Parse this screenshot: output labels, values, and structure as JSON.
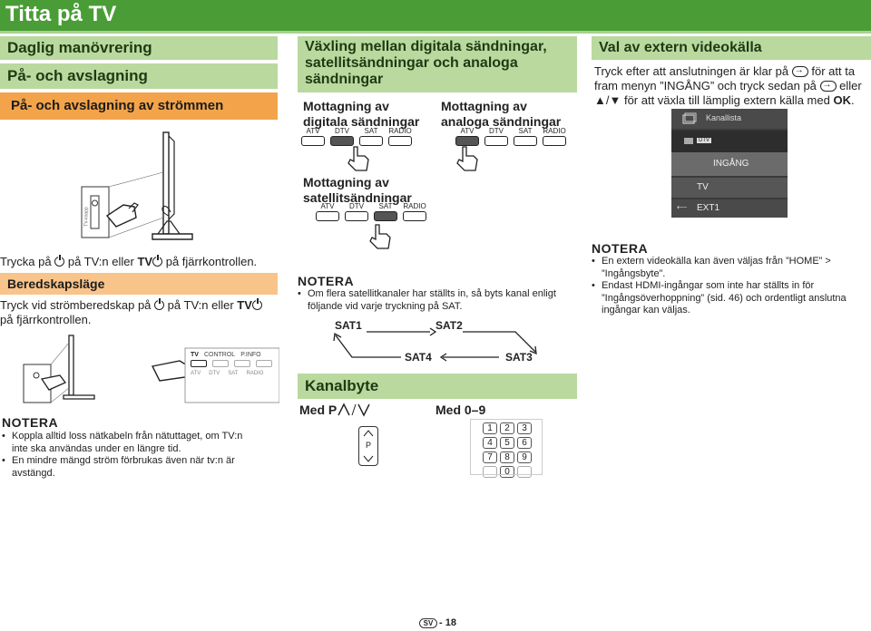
{
  "header": {
    "title": "Titta på TV"
  },
  "col1": {
    "head1": "Daglig manövrering",
    "head2": "På- och avslagning",
    "head3": "På- och avslagning av strömmen",
    "tv_label": "TV-knapp",
    "press_text": {
      "a": "Trycka på",
      "b": "på TV:n eller",
      "tv": "TV",
      "c": "på fjärrkontrollen."
    },
    "standby_head": "Beredskapsläge",
    "standby_text": {
      "a": "Tryck vid strömberedskap på",
      "b": "på TV:n eller",
      "tv": "TV",
      "c": "på fjärrkontrollen."
    },
    "remote_keys": [
      "TV",
      "CONTROL",
      "P.INFO",
      "ATV",
      "DTV",
      "SAT",
      "RADIO"
    ],
    "nota_title": "NOTERA",
    "nota_items": [
      "Koppla alltid loss nätkabeln från nätuttaget, om TV:n inte ska användas under en längre tid.",
      "En mindre mängd ström förbrukas även när tv:n är avstängd."
    ]
  },
  "col2": {
    "head": "Växling mellan digitala sändningar, satellitsändningar och analoga sändningar",
    "digital_label": "Mottagning av digitala sändningar",
    "analog_label": "Mottagning av analoga sändningar",
    "sat_label": "Mottagning av satellitsändningar",
    "keys": [
      "ATV",
      "DTV",
      "SAT",
      "RADIO"
    ],
    "nota_title": "NOTERA",
    "nota_items": [
      "Om flera satellitkanaler har ställts in, så byts kanal enligt följande vid varje tryckning på SAT."
    ],
    "sat_cycle": [
      "SAT1",
      "SAT2",
      "SAT4",
      "SAT3"
    ],
    "kanal_head": "Kanalbyte",
    "med_p_label": "Med P",
    "med_digits_label": "Med 0–9",
    "p_key": "P",
    "digits": [
      "1",
      "2",
      "3",
      "4",
      "5",
      "6",
      "7",
      "8",
      "9",
      "0"
    ]
  },
  "col3": {
    "head": "Val av extern videokälla",
    "text": {
      "a": "Tryck efter att anslutningen är klar på",
      "b": "för att ta fram menyn ”INGÅNG” och tryck sedan på",
      "c": "eller ▲/▼ för att växla till lämplig extern källa med",
      "ok": "OK",
      "d": "."
    },
    "menu": {
      "title": "Kanallista",
      "tag": "DTV",
      "section": "INGÅNG",
      "items": [
        "TV",
        "EXT1"
      ]
    },
    "nota_title": "NOTERA",
    "nota_items": [
      "En extern videokälla kan även väljas från ”HOME” > ”Ingångsbyte”.",
      "Endast HDMI-ingångar som inte har ställts in för ”Ingångsöverhoppning” (sid. 46) och ordentligt anslutna ingångar kan väljas."
    ]
  },
  "footer": {
    "lang": "SV",
    "page": "18"
  }
}
